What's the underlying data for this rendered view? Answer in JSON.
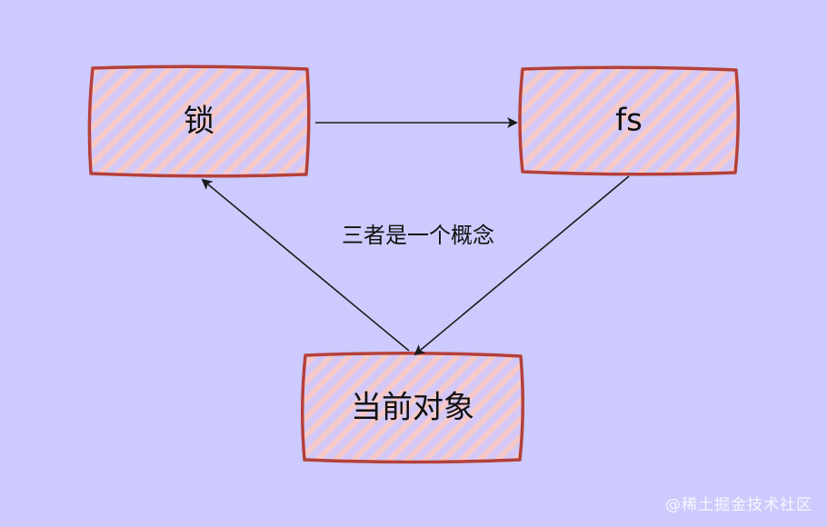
{
  "nodes": {
    "lock": {
      "label": "锁"
    },
    "fs": {
      "label": "fs"
    },
    "current_object": {
      "label": "当前对象"
    }
  },
  "edge_label": "三者是一个概念",
  "watermark": "@稀土掘金技术社区",
  "colors": {
    "background": "#cdcafd",
    "box_border": "#b5403a",
    "box_fill": "#d4c8f6",
    "hatch": "#f6c9c8",
    "arrow": "#1a1a1a"
  }
}
